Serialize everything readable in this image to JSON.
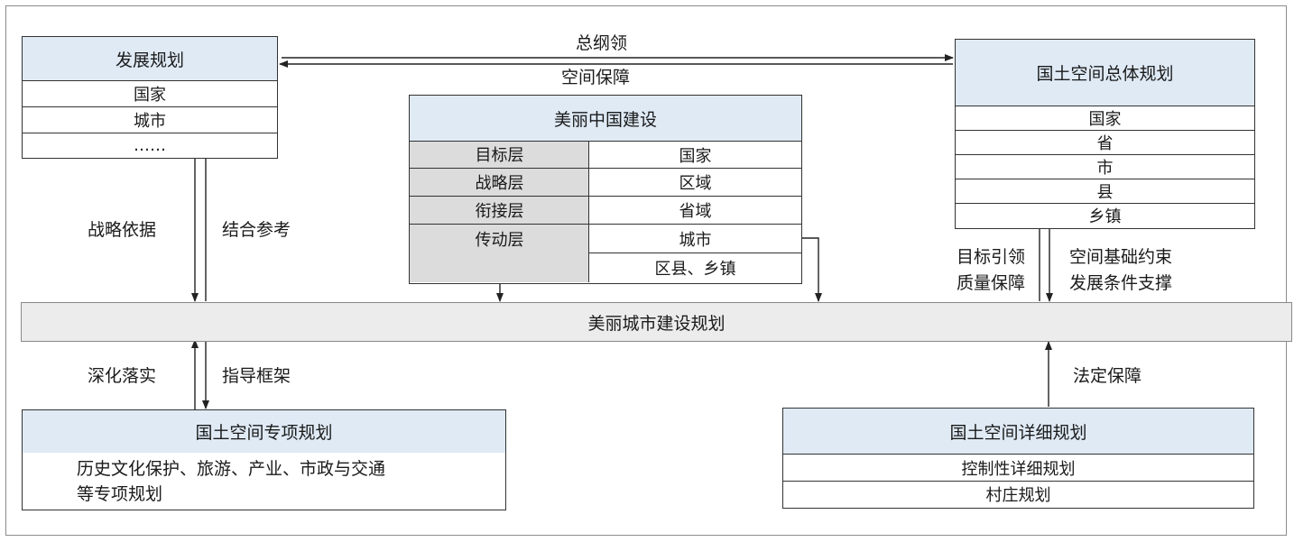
{
  "development_plan": {
    "title": "发展规划",
    "rows": [
      "国家",
      "城市",
      "……"
    ]
  },
  "territorial_master_plan": {
    "title": "国土空间总体规划",
    "rows": [
      "国家",
      "省",
      "市",
      "县",
      "乡镇"
    ]
  },
  "beautiful_china": {
    "title": "美丽中国建设",
    "layers": [
      {
        "layer": "目标层",
        "scope": "国家"
      },
      {
        "layer": "战略层",
        "scope": "区域"
      },
      {
        "layer": "衔接层",
        "scope": "省域"
      },
      {
        "layer": "传动层",
        "scope": "城市"
      }
    ],
    "extra_scope": "区县、乡镇"
  },
  "central_bar": "美丽城市建设规划",
  "special_plan": {
    "title": "国土空间专项规划",
    "body_line1": "历史文化保护、旅游、产业、市政与交通",
    "body_line2": "等专项规划"
  },
  "detailed_plan": {
    "title": "国土空间详细规划",
    "rows": [
      "控制性详细规划",
      "村庄规划"
    ]
  },
  "relations": {
    "top_right": "总纲领",
    "top_left": "空间保障",
    "strategic_basis": "战略依据",
    "combined_reference": "结合参考",
    "goal_lead": "目标引领",
    "quality_guarantee": "质量保障",
    "spatial_constraint": "空间基础约束",
    "development_support": "发展条件支撑",
    "deepen_implement": "深化落实",
    "guide_framework": "指导框架",
    "legal_guarantee": "法定保障"
  }
}
